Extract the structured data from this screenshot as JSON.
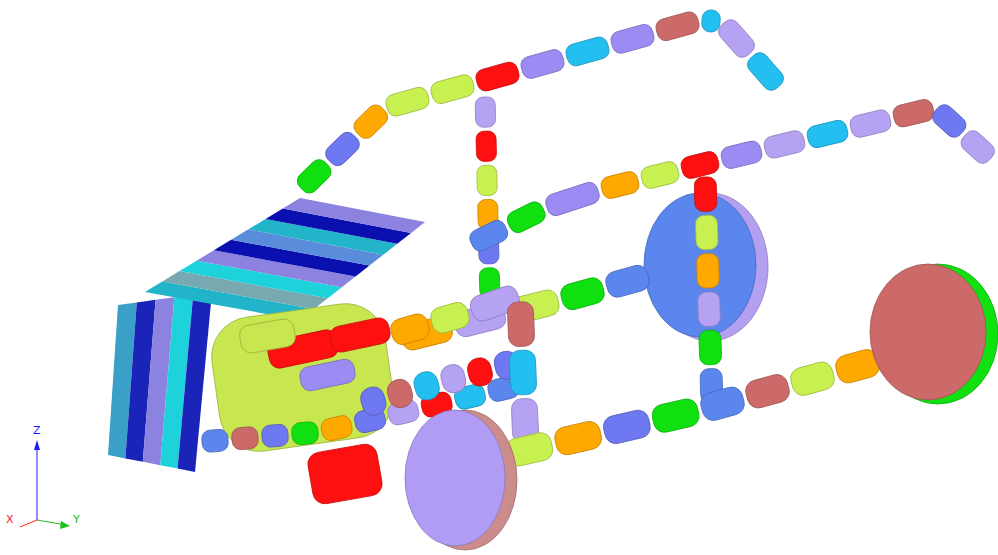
{
  "diagram": {
    "labels": [
      "Z",
      "X",
      "Y"
    ]
  }
}
